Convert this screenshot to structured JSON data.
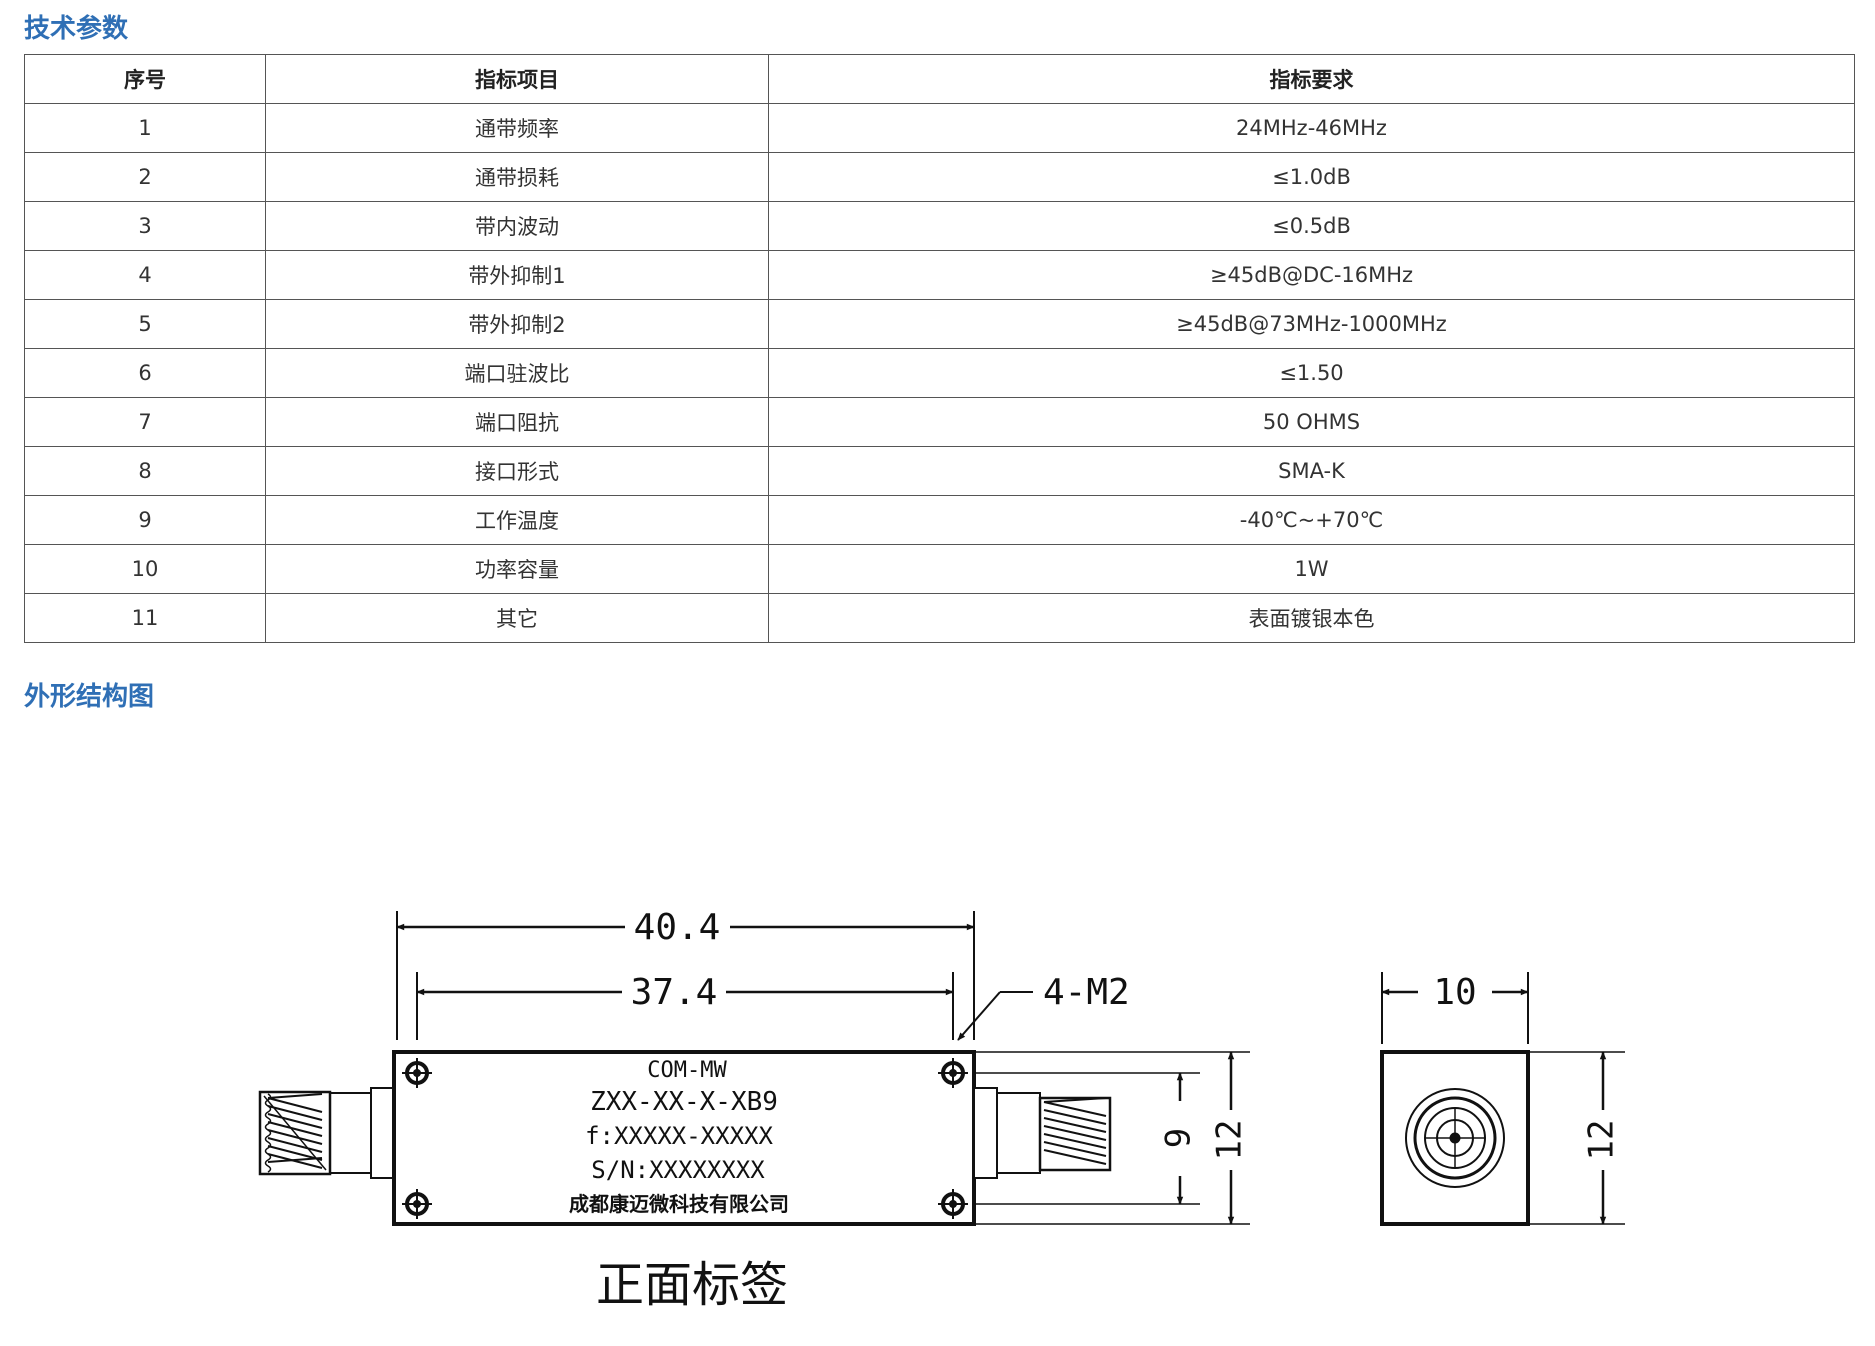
{
  "sections": {
    "params_title": "技术参数",
    "outline_title": "外形结构图"
  },
  "spec_table": {
    "headers": [
      "序号",
      "指标项目",
      "指标要求"
    ],
    "rows": [
      [
        "1",
        "通带频率",
        "24MHz-46MHz"
      ],
      [
        "2",
        "通带损耗",
        "≤1.0dB"
      ],
      [
        "3",
        "带内波动",
        "≤0.5dB"
      ],
      [
        "4",
        "带外抑制1",
        "≥45dB@DC-16MHz"
      ],
      [
        "5",
        "带外抑制2",
        "≥45dB@73MHz-1000MHz"
      ],
      [
        "6",
        "端口驻波比",
        "≤1.50"
      ],
      [
        "7",
        "端口阻抗",
        "50 OHMS"
      ],
      [
        "8",
        "接口形式",
        "SMA-K"
      ],
      [
        "9",
        "工作温度",
        "-40℃~+70℃"
      ],
      [
        "10",
        "功率容量",
        "1W"
      ],
      [
        "11",
        "其它",
        "表面镀银本色"
      ]
    ]
  },
  "drawing": {
    "dim_overall_length": "40.4",
    "dim_hole_spacing": "37.4",
    "hole_callout": "4-M2",
    "dim_hole_vertical": "9",
    "dim_height": "12",
    "dim_side_width": "10",
    "dim_side_height": "12",
    "label_brand": "COM-MW",
    "label_model": "ZXX-XX-X-XB9",
    "label_freq": "f:XXXXX-XXXXX",
    "label_serial": "S/N:XXXXXXXX",
    "label_company": "成都康迈微科技有限公司",
    "caption": "正面标签"
  }
}
